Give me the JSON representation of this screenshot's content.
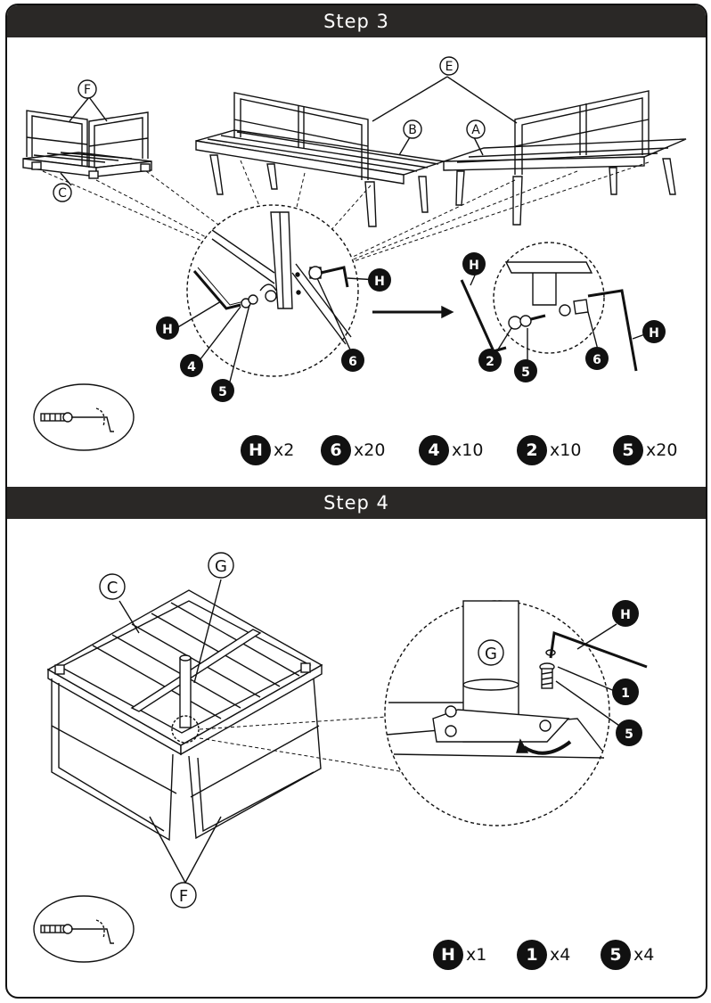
{
  "steps": [
    {
      "title": "Step 3",
      "parts_legend": [
        {
          "part": "H",
          "count": "x2"
        },
        {
          "part": "6",
          "count": "x20"
        },
        {
          "part": "4",
          "count": "x10"
        },
        {
          "part": "2",
          "count": "x10"
        },
        {
          "part": "5",
          "count": "x20"
        }
      ],
      "callouts": {
        "E": "E",
        "B": "B",
        "A": "A",
        "F": "F",
        "C": "C",
        "H": "H",
        "n4": "4",
        "n5": "5",
        "n6": "6",
        "n2": "2"
      }
    },
    {
      "title": "Step 4",
      "parts_legend": [
        {
          "part": "H",
          "count": "x1"
        },
        {
          "part": "1",
          "count": "x4"
        },
        {
          "part": "5",
          "count": "x4"
        }
      ],
      "callouts": {
        "C": "C",
        "G": "G",
        "F": "F",
        "H": "H",
        "n1": "1",
        "n5": "5"
      }
    }
  ],
  "colors": {
    "ink": "#111111",
    "bar": "#2a2826"
  }
}
